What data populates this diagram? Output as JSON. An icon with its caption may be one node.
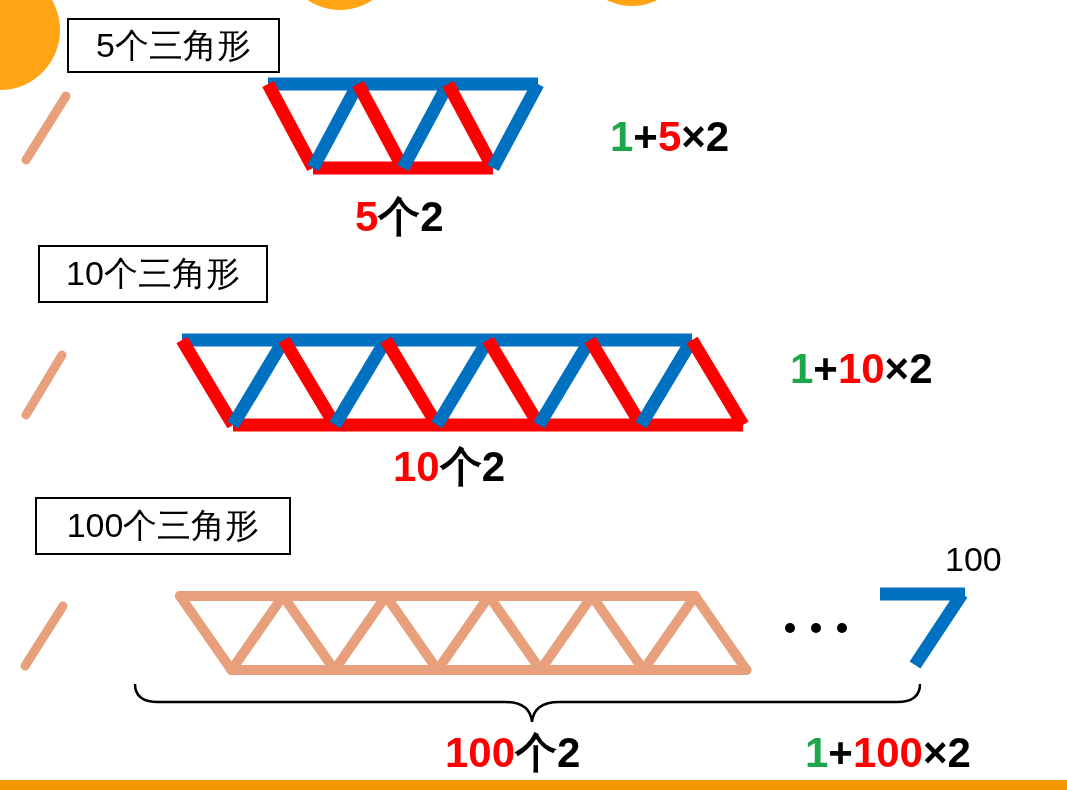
{
  "diagram": {
    "nodes": [
      {
        "text": [
          "5个三角形"
        ]
      },
      {
        "text": [
          "10个三角形"
        ]
      },
      {
        "text": [
          "100个三角形"
        ]
      }
    ],
    "labels": [
      "1+5×2",
      "5个2",
      "1+10×2",
      "10个2",
      "100",
      "100个2",
      "1+100×2"
    ]
  }
}
